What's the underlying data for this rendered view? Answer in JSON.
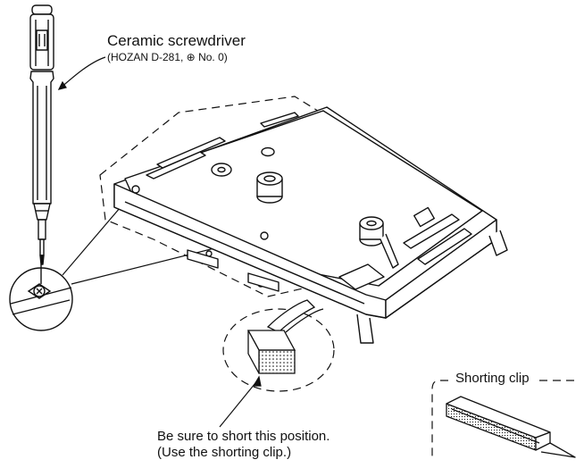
{
  "diagram": {
    "screwdriver_label": "Ceramic screwdriver",
    "screwdriver_spec": "(HOZAN D-281, ⊕ No. 0)",
    "short_instruction_line1": "Be sure to short this position.",
    "short_instruction_line2": "(Use the shorting clip.)",
    "shorting_clip_label": "Shorting clip"
  },
  "icons": {
    "screwdriver": "ceramic-screwdriver-icon",
    "mechanism": "cd-mechanism-assembly-icon",
    "screw_detail": "screw-detail-magnifier-icon",
    "connector": "flex-connector-icon",
    "shorting_clip": "shorting-clip-icon"
  },
  "colors": {
    "ink": "#111111",
    "paper": "#ffffff"
  }
}
